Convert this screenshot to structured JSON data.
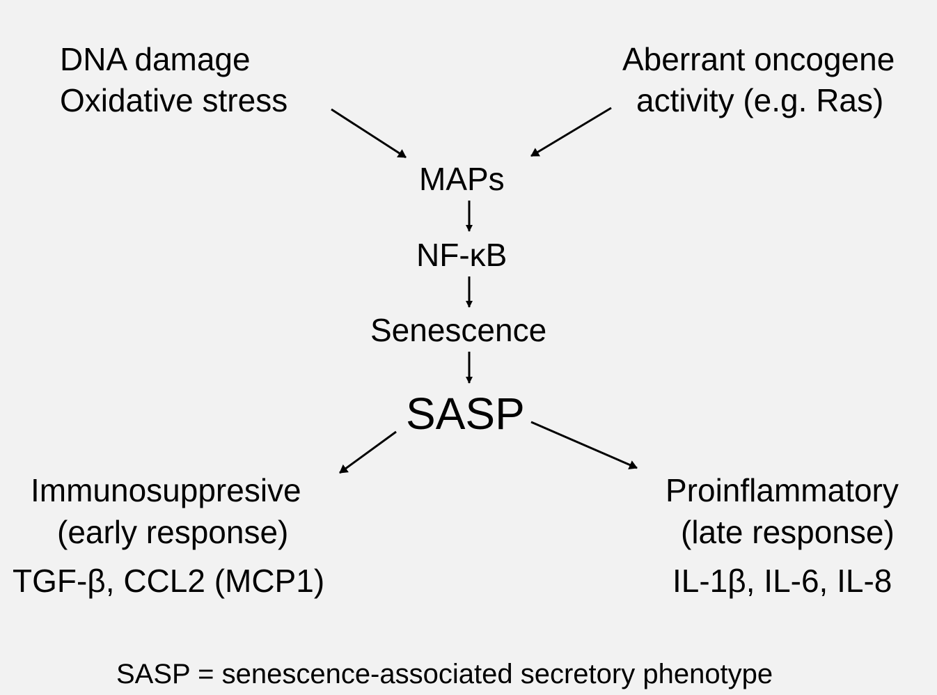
{
  "inputs": {
    "left": {
      "line1": "DNA damage",
      "line2": "Oxidative stress"
    },
    "right": {
      "line1": "Aberrant oncogene",
      "line2": "activity (e.g. Ras)"
    }
  },
  "pathway": {
    "maps": "MAPs",
    "nfkb": "NF-κB",
    "senescence": "Senescence",
    "sasp": "SASP"
  },
  "outputs": {
    "left": {
      "title": "Immunosuppresive",
      "subtitle": "(early response)",
      "factors": "TGF-β, CCL2 (MCP1)"
    },
    "right": {
      "title": "Proinflammatory",
      "subtitle": "(late response)",
      "factors": "IL-1β, IL-6, IL-8"
    }
  },
  "footnote": "SASP = senescence-associated secretory phenotype",
  "colors": {
    "background": "#f2f2f2",
    "text": "#000000",
    "arrow": "#000000"
  }
}
